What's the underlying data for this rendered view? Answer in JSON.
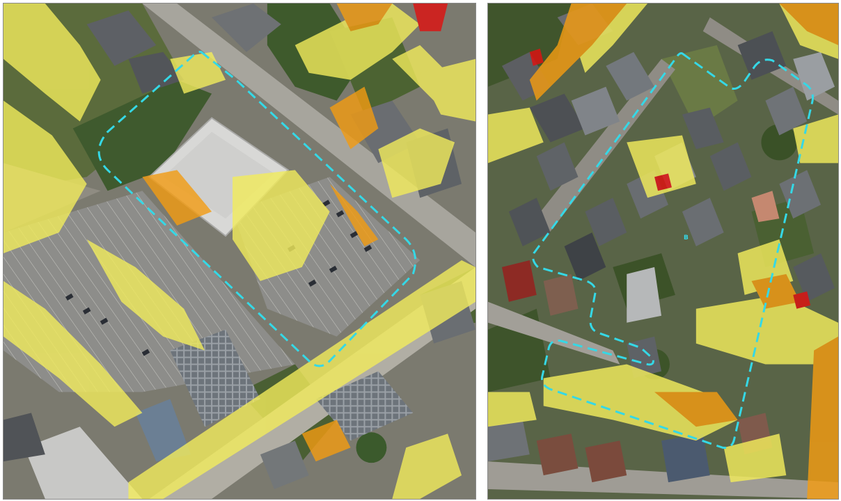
{
  "maps": [
    {
      "id": "left",
      "labels": [],
      "hazard_colors": {
        "low": "#f2ec5c",
        "medium": "#f39c12",
        "high": "#e01010"
      },
      "outline_color": "#35d8e6"
    },
    {
      "id": "right",
      "labels": [
        {
          "text": "B"
        }
      ],
      "hazard_colors": {
        "low": "#f2ec5c",
        "medium": "#f39c12",
        "high": "#e01010"
      },
      "outline_color": "#35d8e6"
    }
  ]
}
